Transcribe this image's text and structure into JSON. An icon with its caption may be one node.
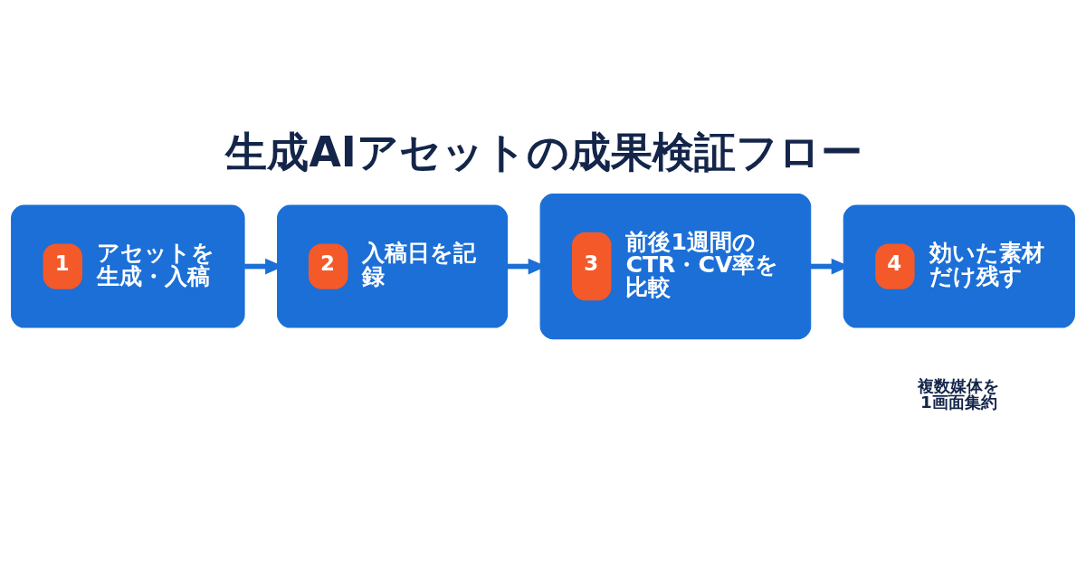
{
  "diagram": {
    "title": "生成AIアセットの成果検証フロー",
    "nodes": [
      {
        "text": [
          "1",
          "アセットを生成・入稿"
        ]
      },
      {
        "text": [
          "2",
          "入稿日を記録"
        ]
      },
      {
        "text": [
          "3",
          "前後1週間のCTR・CV率を比較"
        ]
      },
      {
        "text": [
          "4",
          "効いた素材だけ残す"
        ],
        "beside": [
          "複数媒体を1画面集約"
        ]
      }
    ],
    "edges": [
      {
        "from": 0,
        "to": 1,
        "arrow": "to"
      },
      {
        "from": 1,
        "to": 2,
        "arrow": "to"
      },
      {
        "from": 2,
        "to": 3,
        "arrow": "to"
      }
    ]
  }
}
